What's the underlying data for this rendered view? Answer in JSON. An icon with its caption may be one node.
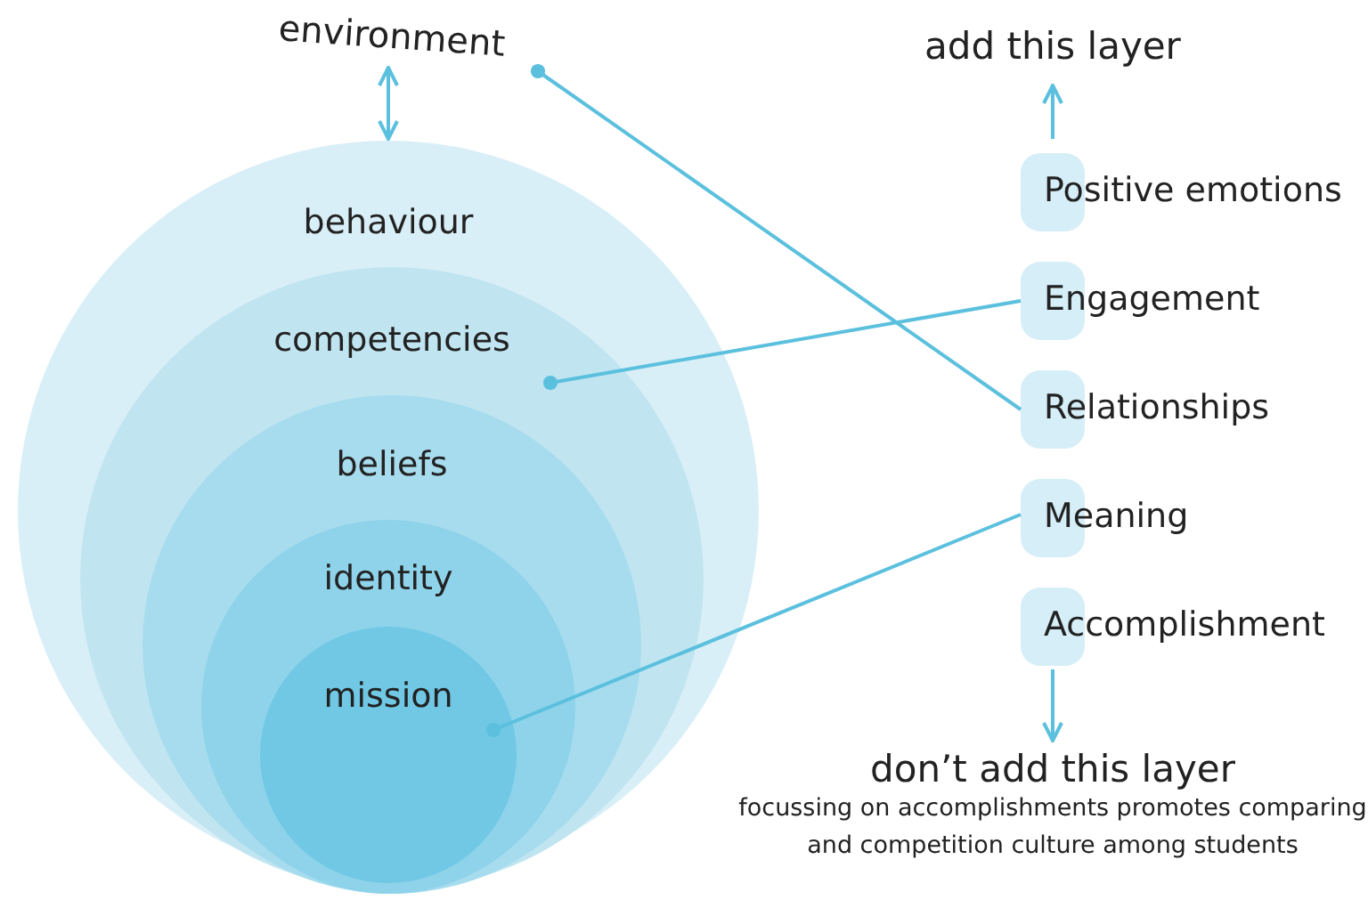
{
  "diagram": {
    "nodes": [
      {
        "text": [
          "environment"
        ]
      },
      {
        "text": [
          "behaviour"
        ]
      },
      {
        "text": [
          "competencies"
        ],
        "in": 1
      },
      {
        "text": [
          "beliefs"
        ],
        "in": 2
      },
      {
        "text": [
          "identity"
        ],
        "in": 3
      },
      {
        "text": [
          "mission"
        ],
        "in": 4
      },
      {
        "text": [
          "add this layer"
        ]
      },
      {
        "text": [
          "Positive emotions"
        ]
      },
      {
        "text": [
          "Engagement"
        ]
      },
      {
        "text": [
          "Relationships"
        ]
      },
      {
        "text": [
          "Meaning"
        ]
      },
      {
        "text": [
          "Accomplishment"
        ]
      },
      {
        "text": [
          "don’t add this layer",
          "focussing on accomplishments promotes comparing and competition culture among students"
        ]
      }
    ],
    "edges": [
      {
        "from": 0,
        "to": 1,
        "arrow": "both"
      },
      {
        "from": 7,
        "to": 6,
        "arrow": "to"
      },
      {
        "from": 9,
        "to": 0,
        "arrow": "other"
      },
      {
        "from": 8,
        "to": 2,
        "arrow": "other"
      },
      {
        "from": 10,
        "to": 5,
        "arrow": "other"
      },
      {
        "from": 11,
        "to": 12,
        "arrow": "to"
      }
    ]
  }
}
